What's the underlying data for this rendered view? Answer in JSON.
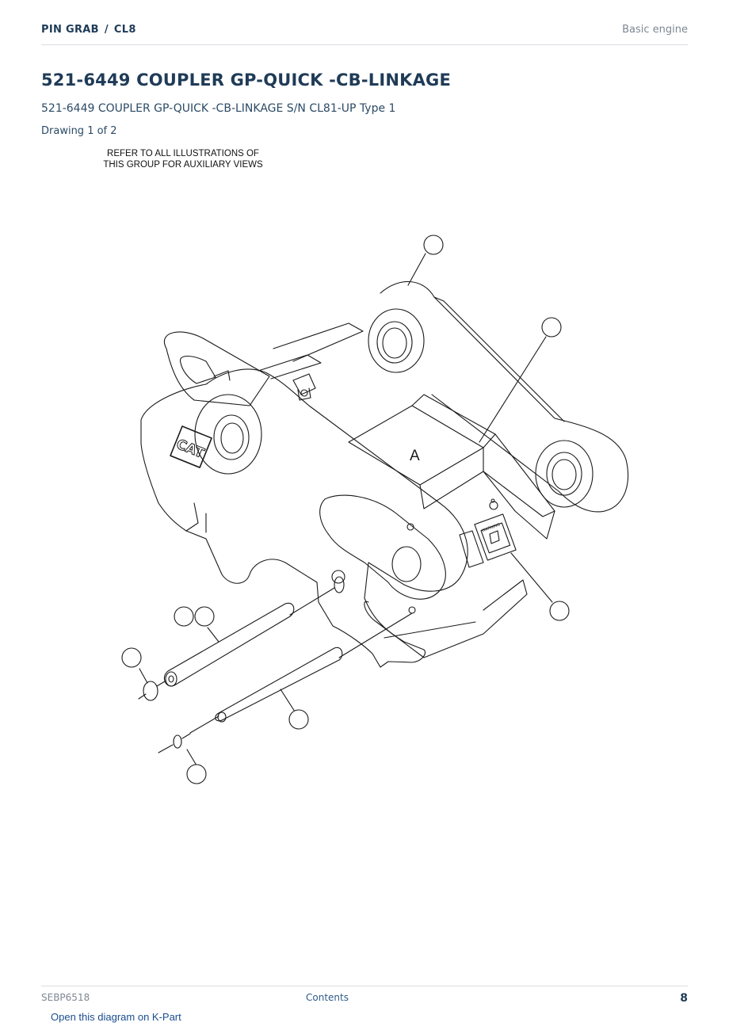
{
  "header": {
    "breadcrumb": [
      "PIN GRAB",
      "CL8"
    ],
    "separator": "/",
    "section": "Basic engine"
  },
  "title": "521-6449 COUPLER GP-QUICK -CB-LINKAGE",
  "subtitle": "521-6449 COUPLER GP-QUICK -CB-LINKAGE S/N CL81-UP Type 1",
  "drawing_label": "Drawing 1 of 2",
  "note_lines": [
    "REFER TO ALL ILLUSTRATIONS OF",
    "THIS GROUP FOR AUXILIARY VIEWS"
  ],
  "diagram": {
    "view_label": "A",
    "logo_text": "CAT",
    "warning_text": "WARNING"
  },
  "footer": {
    "doc_id": "SEBP6518",
    "contents_link": "Contents",
    "page_number": "8",
    "kpart_link": "Open this diagram on K-Part"
  }
}
